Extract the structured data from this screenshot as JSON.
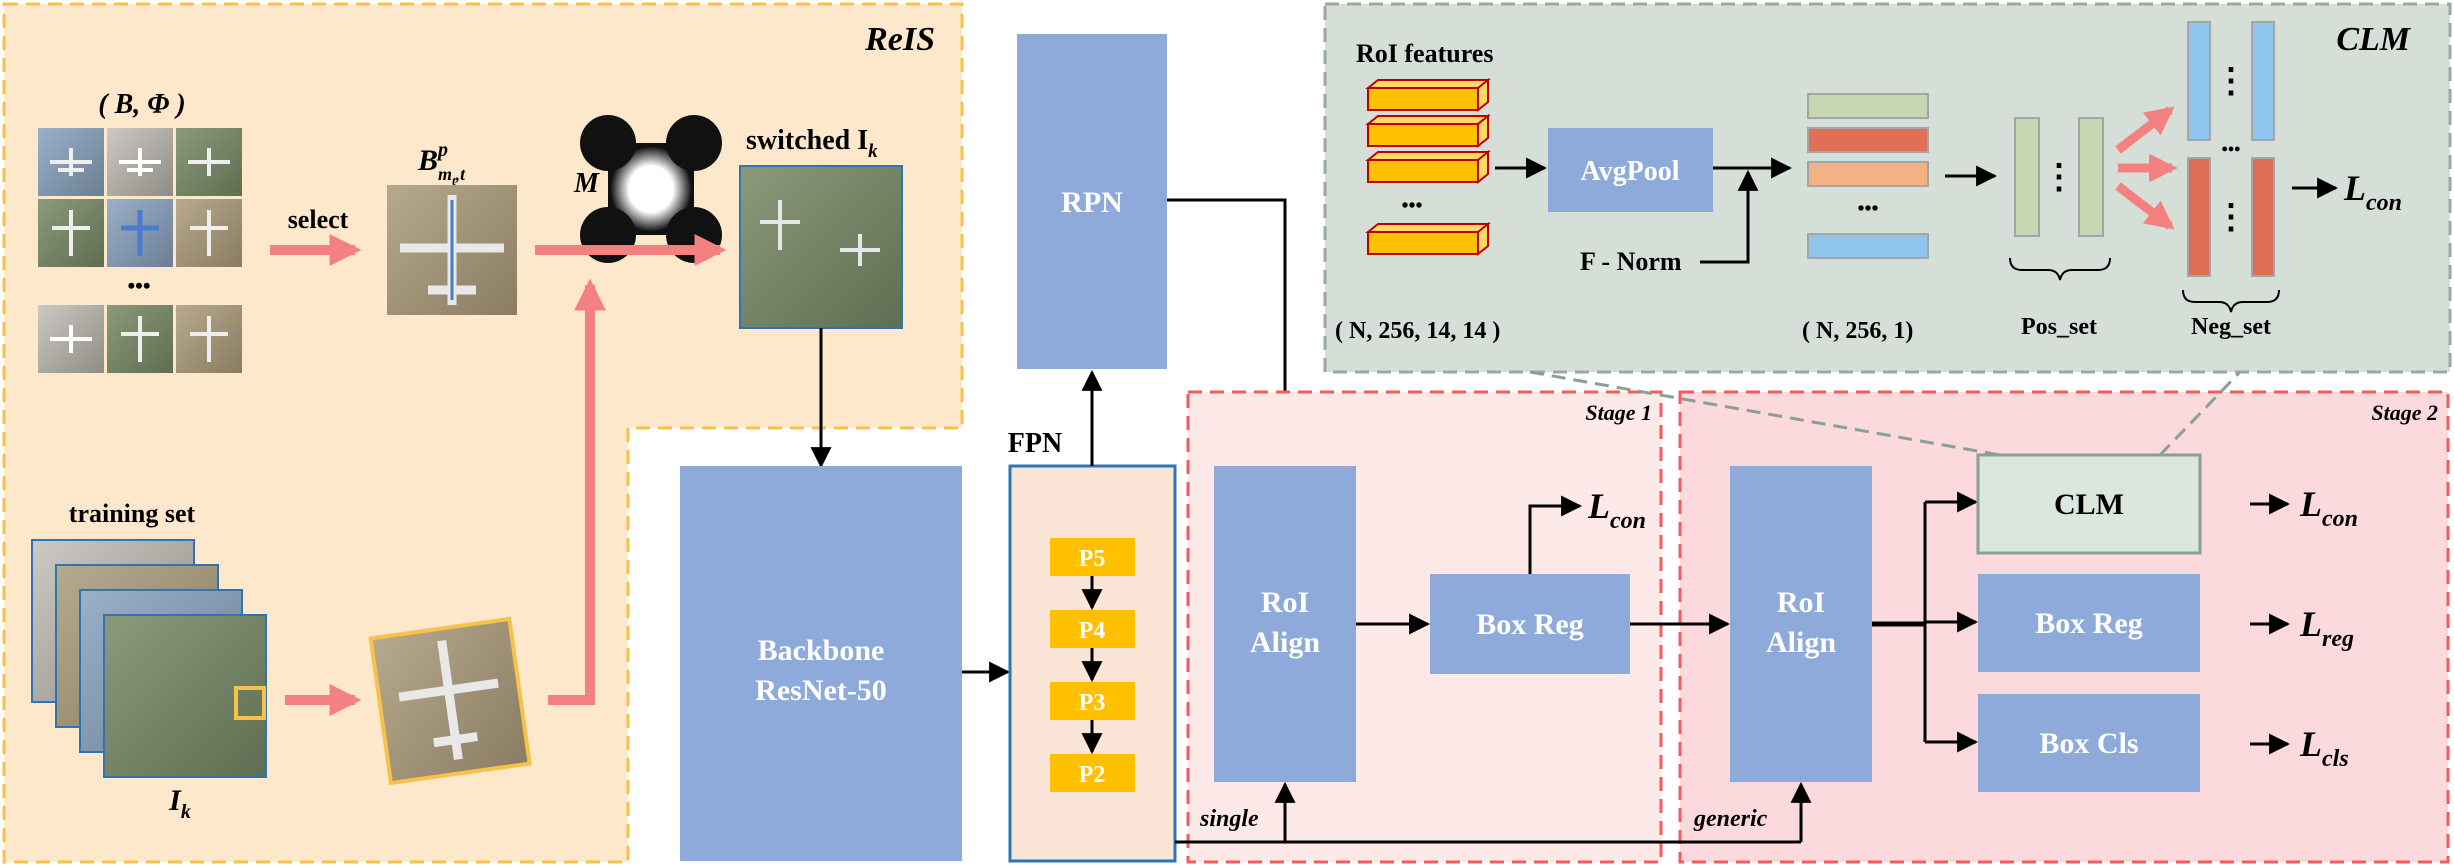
{
  "reis": {
    "title": "ReIS",
    "bank_label": "( B, Φ )",
    "select": "select",
    "bp_main": "B",
    "bp_sup": "p",
    "bp_sub": "m",
    "bp_subsub": "t",
    "bp_tail": ",t",
    "mask": "M",
    "switched": "switched I",
    "switched_sub": "k",
    "training_set": "training set",
    "ik": "I",
    "ik_sub": "k",
    "ellipsis": "•••"
  },
  "backbone": {
    "line1": "Backbone",
    "line2": "ResNet-50"
  },
  "fpn": {
    "title": "FPN",
    "levels": [
      "P5",
      "P4",
      "P3",
      "P2"
    ]
  },
  "rpn": {
    "label": "RPN"
  },
  "stage1": {
    "title": "Stage 1",
    "roi_line1": "RoI",
    "roi_line2": "Align",
    "box_reg": "Box Reg",
    "loss": "L",
    "loss_sub": "con",
    "tag": "single"
  },
  "stage2": {
    "title": "Stage 2",
    "roi_line1": "RoI",
    "roi_line2": "Align",
    "tag": "generic",
    "heads": [
      {
        "label": "CLM",
        "loss": "L",
        "loss_sub": "con"
      },
      {
        "label": "Box Reg",
        "loss": "L",
        "loss_sub": "reg"
      },
      {
        "label": "Box Cls",
        "loss": "L",
        "loss_sub": "cls"
      }
    ]
  },
  "clm": {
    "title": "CLM",
    "roi_features": "RoI features",
    "roi_shape": "( N, 256, 14, 14 )",
    "avgpool": "AvgPool",
    "fnorm": "F - Norm",
    "vec_shape": "( N, 256, 1)",
    "pos_set": "Pos_set",
    "neg_set": "Neg_set",
    "loss": "L",
    "loss_sub": "con",
    "vdots": "⋮",
    "ellipsis": "•••"
  },
  "colors": {
    "reis_bg": "#fde8cc",
    "reis_border": "#f6c24a",
    "block_blue": "#8eaadb",
    "block_border": "#2e75b6",
    "fpn_bg": "#fbe5d6",
    "level_fill": "#ffc000",
    "stage_bg": "#fde9e7",
    "stage_border": "#f25c5c",
    "clm_bg": "#d5dfd8",
    "clm_border": "#9aa9a0",
    "arrow_pink": "#f48080",
    "neg_red": "#e06e55",
    "pos_green": "#c5d6b3",
    "neg_blue": "#8ec5ec",
    "feat_orange": "#f4b183",
    "feat_yellow": "#ffc000"
  }
}
